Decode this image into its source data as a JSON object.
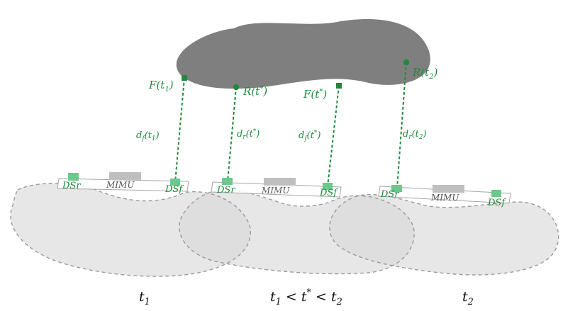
{
  "colors": {
    "object": "#7f7f7f",
    "footprint": "#d9d9d9",
    "sensor": "#6cc88b",
    "mimu": "#bfbfbf",
    "accent": "#1f8a3b",
    "time_text": "#111111"
  },
  "object_points": [
    {
      "name": "F",
      "arg": "t",
      "sub": "1",
      "sup": "",
      "marker": "square"
    },
    {
      "name": "R",
      "arg": "t",
      "sub": "",
      "sup": "*",
      "marker": "circle"
    },
    {
      "name": "F",
      "arg": "t",
      "sub": "",
      "sup": "*",
      "marker": "square"
    },
    {
      "name": "R",
      "arg": "t",
      "sub": "2",
      "sup": "",
      "marker": "circle"
    }
  ],
  "distances": [
    {
      "d": "d",
      "dsub": "f",
      "arg": "t",
      "sub": "1",
      "sup": ""
    },
    {
      "d": "d",
      "dsub": "r",
      "arg": "t",
      "sub": "",
      "sup": "*"
    },
    {
      "d": "d",
      "dsub": "f",
      "arg": "t",
      "sub": "",
      "sup": "*"
    },
    {
      "d": "d",
      "dsub": "r",
      "arg": "t",
      "sub": "2",
      "sup": ""
    }
  ],
  "devices": [
    {
      "rear": "DSr",
      "mimu": "MIMU",
      "front": "DSf"
    },
    {
      "rear": "DSr",
      "mimu": "MIMU",
      "front": "DSf"
    },
    {
      "rear": "DSr",
      "mimu": "MIMU",
      "front": "DSf"
    }
  ],
  "time_labels": {
    "t1": {
      "base": "t",
      "sub": "1"
    },
    "mid": {
      "a": "t",
      "a_sub": "1",
      "lt1": " < ",
      "b": "t",
      "b_sup": "*",
      "lt2": " < ",
      "c": "t",
      "c_sub": "2"
    },
    "t2": {
      "base": "t",
      "sub": "2"
    }
  }
}
